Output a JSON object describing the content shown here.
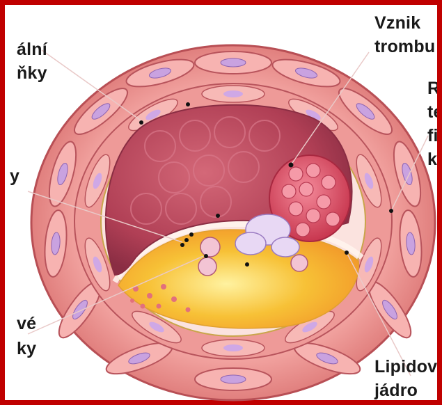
{
  "labels": {
    "left_top_l1": "ální",
    "left_top_l2": "ňky",
    "left_mid": "y",
    "left_bottom_l1": "vé",
    "left_bottom_l2": "ky",
    "right_top_l1": "Vznik",
    "right_top_l2": "trombu",
    "right_mid_l1": "R",
    "right_mid_l2": "te",
    "right_mid_l3": "fi",
    "right_mid_l4": "kı",
    "right_bottom_l1": "Lipidov",
    "right_bottom_l2": "jádro"
  },
  "colors": {
    "frame": "#c00000",
    "vessel_wall": "#e88a8a",
    "lumen": "#b9485a",
    "thrombus": "#e05a6e",
    "lipid_core": "#f5c43a",
    "nuclei": "#c9a2e0"
  }
}
